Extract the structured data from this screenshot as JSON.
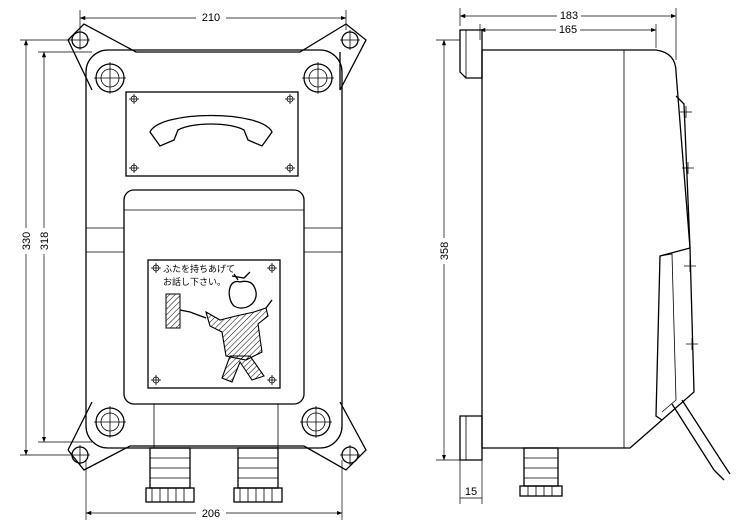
{
  "dimensions": {
    "front_width_top": "210",
    "front_width_bottom": "206",
    "front_height_outer": "330",
    "front_height_inner": "318",
    "side_depth_total": "183",
    "side_depth_body": "165",
    "side_height": "358",
    "side_foot": "15"
  },
  "label": {
    "line1": "ふたを持ちあげて",
    "line2": "お話し下さい。"
  }
}
